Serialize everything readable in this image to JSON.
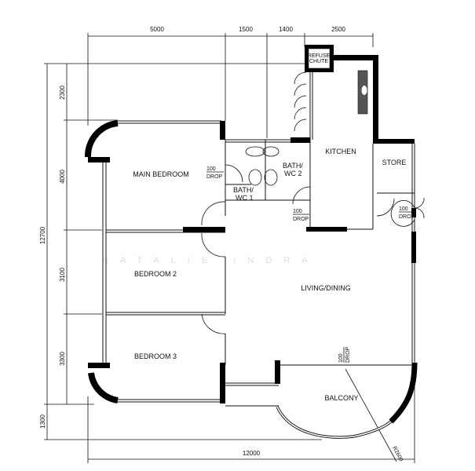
{
  "rooms": {
    "main_bedroom": "MAIN BEDROOM",
    "bath_wc_1": [
      "BATH/",
      "WC 1"
    ],
    "bath_wc_2": [
      "BATH/",
      "WC 2"
    ],
    "kitchen": "KITCHEN",
    "store": "STORE",
    "refuse_chute": [
      "REFUSE",
      "CHUTE"
    ],
    "bedroom_2": "BEDROOM 2",
    "bedroom_3": "BEDROOM 3",
    "living_dining": "LIVING/DINING",
    "balcony": "BALCONY"
  },
  "drops": {
    "value": "100",
    "label": "DROP"
  },
  "dimensions": {
    "top": [
      "5000",
      "1500",
      "1400",
      "2500"
    ],
    "left": [
      "2300",
      "4000",
      "3100",
      "3300"
    ],
    "total_height": "12700",
    "bottom_offset": "1300",
    "total_width": "12000",
    "radius": "R2600"
  },
  "watermark": "NATALIE INDRA"
}
